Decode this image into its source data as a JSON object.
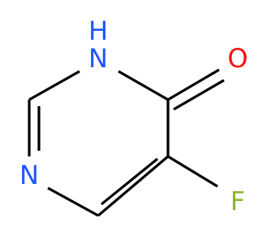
{
  "colors": {
    "background": "#ffffff",
    "bond": "#000000",
    "nitrogen": "#1f56ff",
    "oxygen": "#ff0d0d",
    "fluorine": "#8bb52f"
  },
  "atoms": {
    "n_top": "N",
    "h_top": "H",
    "n_left": "N",
    "oxygen": "O",
    "fluorine": "F"
  }
}
